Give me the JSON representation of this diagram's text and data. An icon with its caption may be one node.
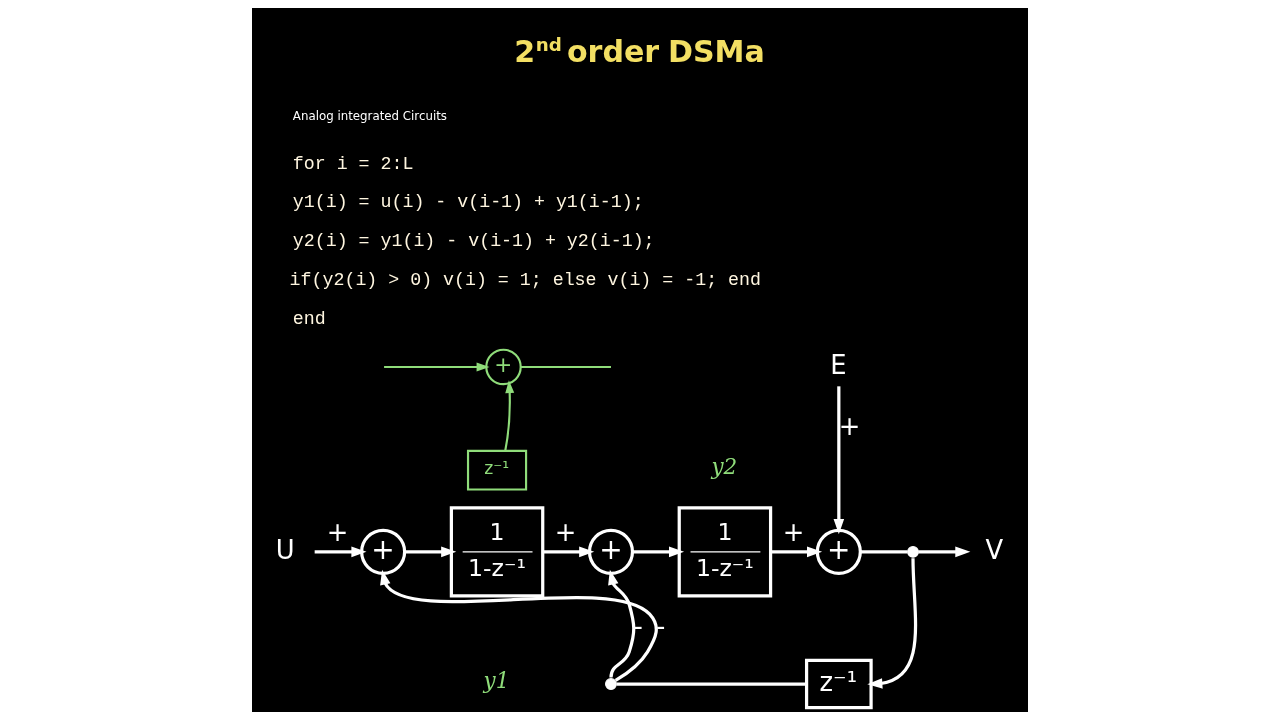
{
  "diagram": {
    "title": "2$^{nd}$ order DSMa",
    "nodes": [
      {
        "text": [
          "+"
        ]
      },
      {
        "text": [
          "z⁻¹"
        ]
      },
      {
        "text": [
          "E"
        ]
      },
      {
        "text": [
          "U"
        ]
      },
      {
        "text": [
          "+"
        ]
      },
      {
        "text": [
          "1",
          "1-z⁻¹"
        ]
      },
      {
        "text": [
          "+"
        ]
      },
      {
        "text": [
          "1",
          "1-z⁻¹"
        ]
      },
      {
        "text": [
          "+"
        ]
      },
      {
        "text": [],
        "shape": "dot"
      },
      {
        "text": [
          "V"
        ]
      },
      {
        "text": [],
        "shape": "dot"
      },
      {
        "text": [
          "z⁻¹"
        ]
      }
    ],
    "edges": [
      {
        "from": null,
        "to": 0,
        "arrow": "to",
        "color": "#8fdc7a"
      },
      {
        "from": 0,
        "to": null,
        "arrow": "none",
        "color": "#8fdc7a"
      },
      {
        "from": 1,
        "to": 0,
        "arrow": "to",
        "color": "#8fdc7a"
      },
      {
        "from": 3,
        "to": 4,
        "arrow": "to",
        "label": "+"
      },
      {
        "from": 4,
        "to": 5,
        "arrow": "to"
      },
      {
        "from": 5,
        "to": 6,
        "arrow": "to",
        "label": "+"
      },
      {
        "from": 6,
        "to": 7,
        "arrow": "to"
      },
      {
        "from": 7,
        "to": 8,
        "arrow": "to",
        "label": "+"
      },
      {
        "from": 2,
        "to": 8,
        "arrow": "to",
        "label": "+"
      },
      {
        "from": 8,
        "to": 9,
        "arrow": "none"
      },
      {
        "from": 9,
        "to": 10,
        "arrow": "to"
      },
      {
        "from": 9,
        "to": 12,
        "arrow": "to"
      },
      {
        "from": 12,
        "to": 11,
        "arrow": "none"
      },
      {
        "from": 11,
        "to": 6,
        "arrow": "to",
        "label": "-"
      },
      {
        "from": 11,
        "to": 4,
        "arrow": "to",
        "label": "-"
      }
    ],
    "labels": [
      "Analog integrated Circuits",
      "for i = 2:L",
      "y1(i) = u(i) - v(i-1) + y1(i-1);",
      "y2(i) = y1(i) - v(i-1) + y2(i-1);",
      "if(y2(i) > 0) v(i) = 1; else v(i) = -1; end",
      "end",
      "y1",
      "y2"
    ]
  }
}
